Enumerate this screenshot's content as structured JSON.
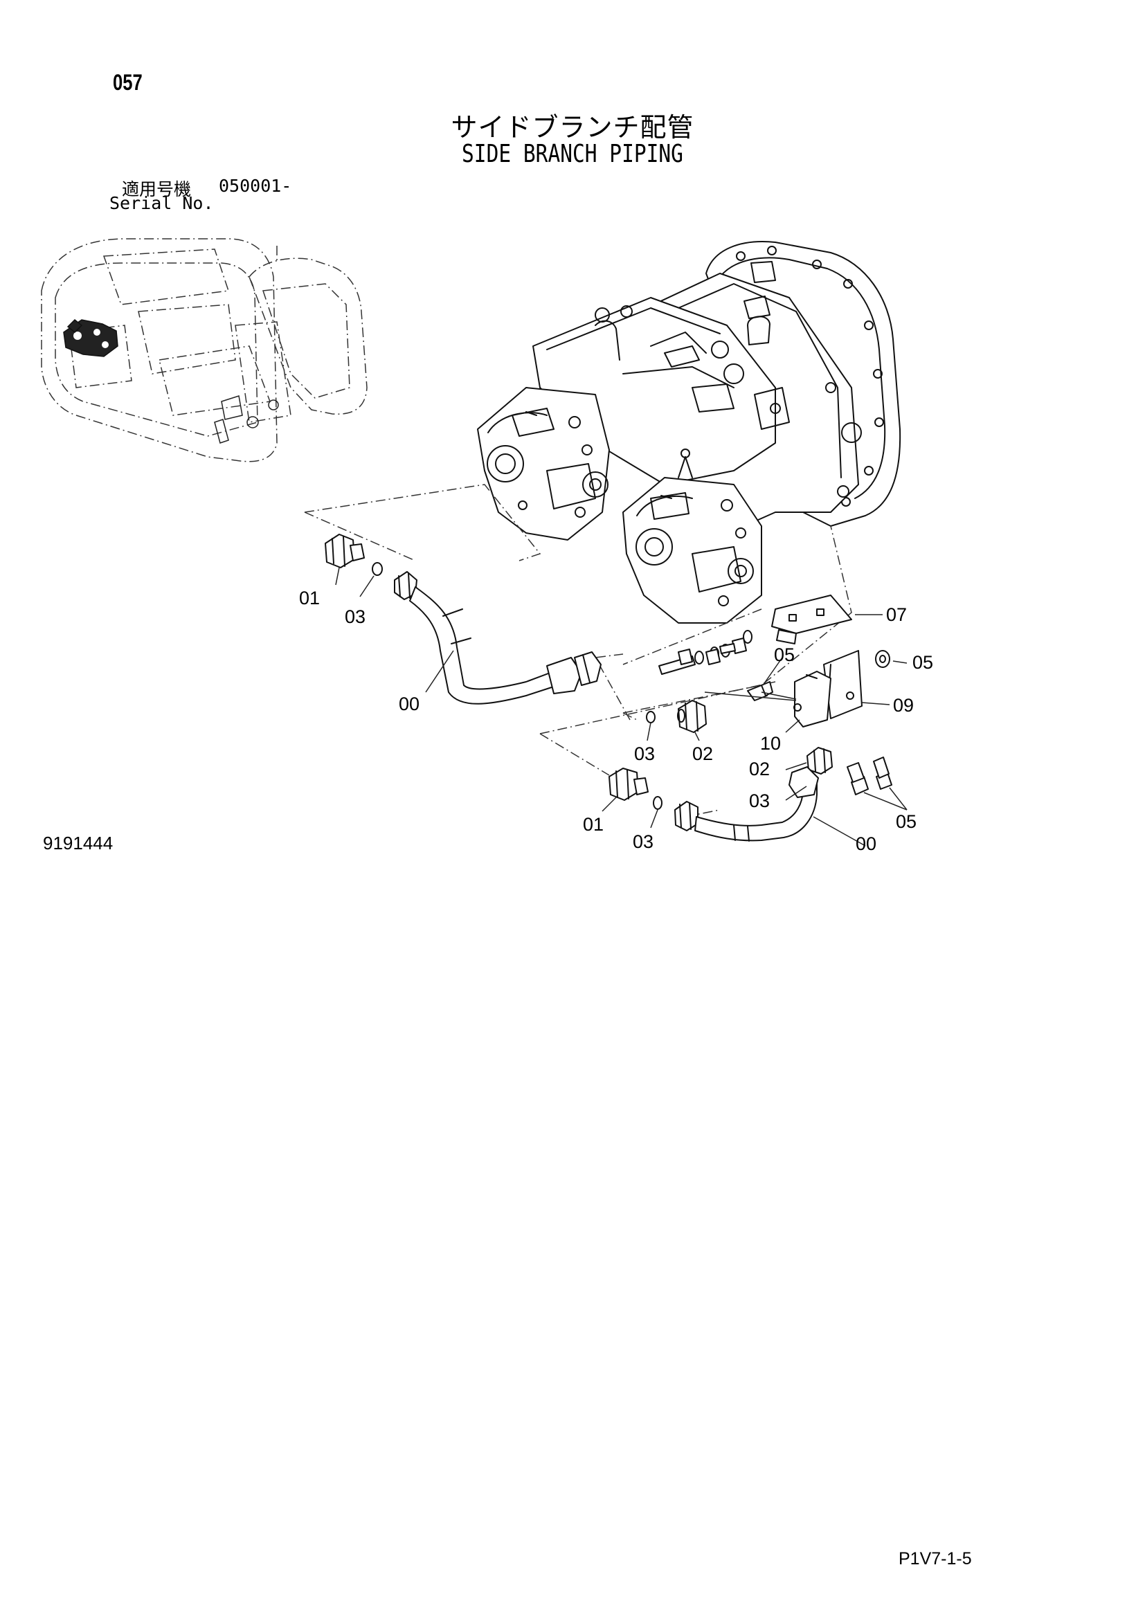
{
  "header": {
    "page_number": "057",
    "title_ja": "サイドブランチ配管",
    "title_en": "SIDE BRANCH PIPING",
    "serial_label_ja": "適用号機",
    "serial_value": "050001-",
    "serial_label_en": "Serial No."
  },
  "footer": {
    "drawing_number": "9191444",
    "sheet_code": "P1V7-1-5"
  },
  "callouts": [
    {
      "id": "c-01a",
      "text": "01"
    },
    {
      "id": "c-03a",
      "text": "03"
    },
    {
      "id": "c-00a",
      "text": "00"
    },
    {
      "id": "c-07",
      "text": "07"
    },
    {
      "id": "c-05a",
      "text": "05"
    },
    {
      "id": "c-05b",
      "text": "05"
    },
    {
      "id": "c-09",
      "text": "09"
    },
    {
      "id": "c-10",
      "text": "10"
    },
    {
      "id": "c-03b",
      "text": "03"
    },
    {
      "id": "c-02a",
      "text": "02"
    },
    {
      "id": "c-02b",
      "text": "02"
    },
    {
      "id": "c-03c",
      "text": "03"
    },
    {
      "id": "c-05c",
      "text": "05"
    },
    {
      "id": "c-01b",
      "text": "01"
    },
    {
      "id": "c-03d",
      "text": "03"
    },
    {
      "id": "c-00b",
      "text": "00"
    }
  ]
}
